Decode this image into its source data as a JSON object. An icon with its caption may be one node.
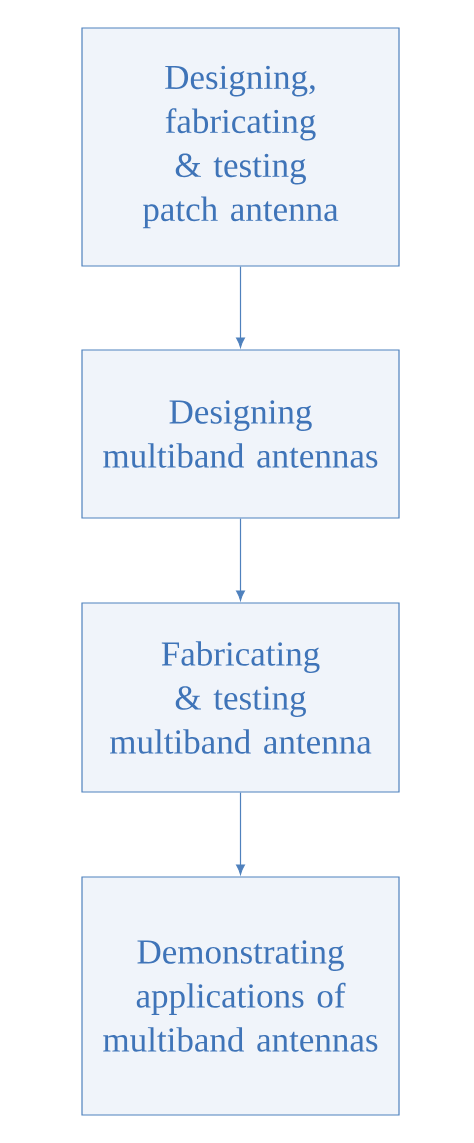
{
  "diagram": {
    "nodes": [
      {
        "text": [
          "Designing, fabricating & testing patch antenna"
        ]
      },
      {
        "text": [
          "Designing multiband antennas"
        ]
      },
      {
        "text": [
          "Fabricating & testing multiband antenna"
        ]
      },
      {
        "text": [
          "Demonstrating applications of multiband antennas"
        ]
      }
    ],
    "edges": [
      {
        "from": 0,
        "to": 1,
        "arrow": "to"
      },
      {
        "from": 1,
        "to": 2,
        "arrow": "to"
      },
      {
        "from": 2,
        "to": 3,
        "arrow": "to"
      }
    ]
  }
}
